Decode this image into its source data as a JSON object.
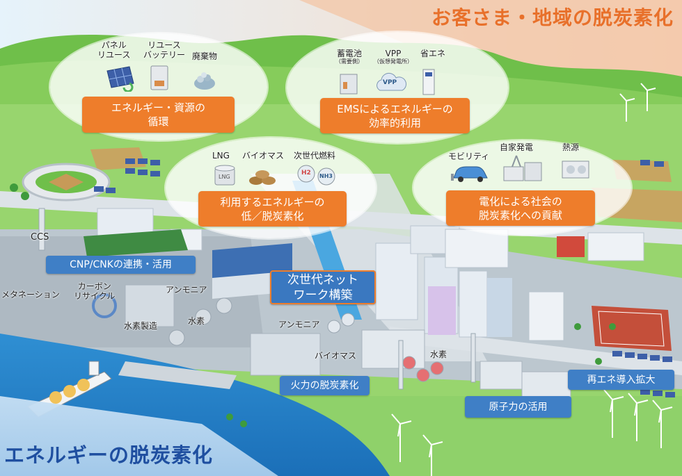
{
  "titles": {
    "top": "お客さま・地域の脱炭素化",
    "bottom": "エネルギーの脱炭素化"
  },
  "bubbles": {
    "circulation": {
      "icons": [
        "パネル\nリユース",
        "リユース\nバッテリー",
        "廃棄物"
      ],
      "box": [
        "エネルギー・資源の",
        "循環"
      ]
    },
    "ems": {
      "icons": [
        "蓄電池",
        "VPP",
        "省エネ"
      ],
      "icon_notes": [
        "（需要側）",
        "（仮想発電所）"
      ],
      "vpp_tag": "VPP",
      "box": [
        "EMSによるエネルギーの",
        "効率的利用"
      ]
    },
    "low_carbon": {
      "icons": [
        "LNG",
        "バイオマス",
        "次世代燃料"
      ],
      "lng_tag": "LNG",
      "h2_tag": "H2",
      "nh3_tag": "NH3",
      "box": [
        "利用するエネルギーの",
        "低／脱炭素化"
      ]
    },
    "electrification": {
      "icons": [
        "モビリティ",
        "自家発電",
        "熱源"
      ],
      "box": [
        "電化による社会の",
        "脱炭素化への貢献"
      ]
    }
  },
  "blue_boxes": {
    "cnp": "CNP/CNKの連携・活用",
    "network": [
      "次世代ネット",
      "ワーク構築"
    ],
    "thermal": "火力の脱炭素化",
    "nuclear": "原子力の活用",
    "renewable": "再エネ導入拡大"
  },
  "labels": {
    "ccs": "CCS",
    "methanation": "メタネーション",
    "carbon_recycle": [
      "カーボン",
      "リサイクル"
    ],
    "ammonia1": "アンモニア",
    "hydrogen_prod": "水素製造",
    "hydrogen1": "水素",
    "ammonia2": "アンモニア",
    "biomass2": "バイオマス",
    "hydrogen2": "水素"
  },
  "colors": {
    "orange": "#ee7d2b",
    "blue": "#3f7fc6",
    "title_orange": "#e8702a",
    "title_blue": "#1f4fa0"
  }
}
